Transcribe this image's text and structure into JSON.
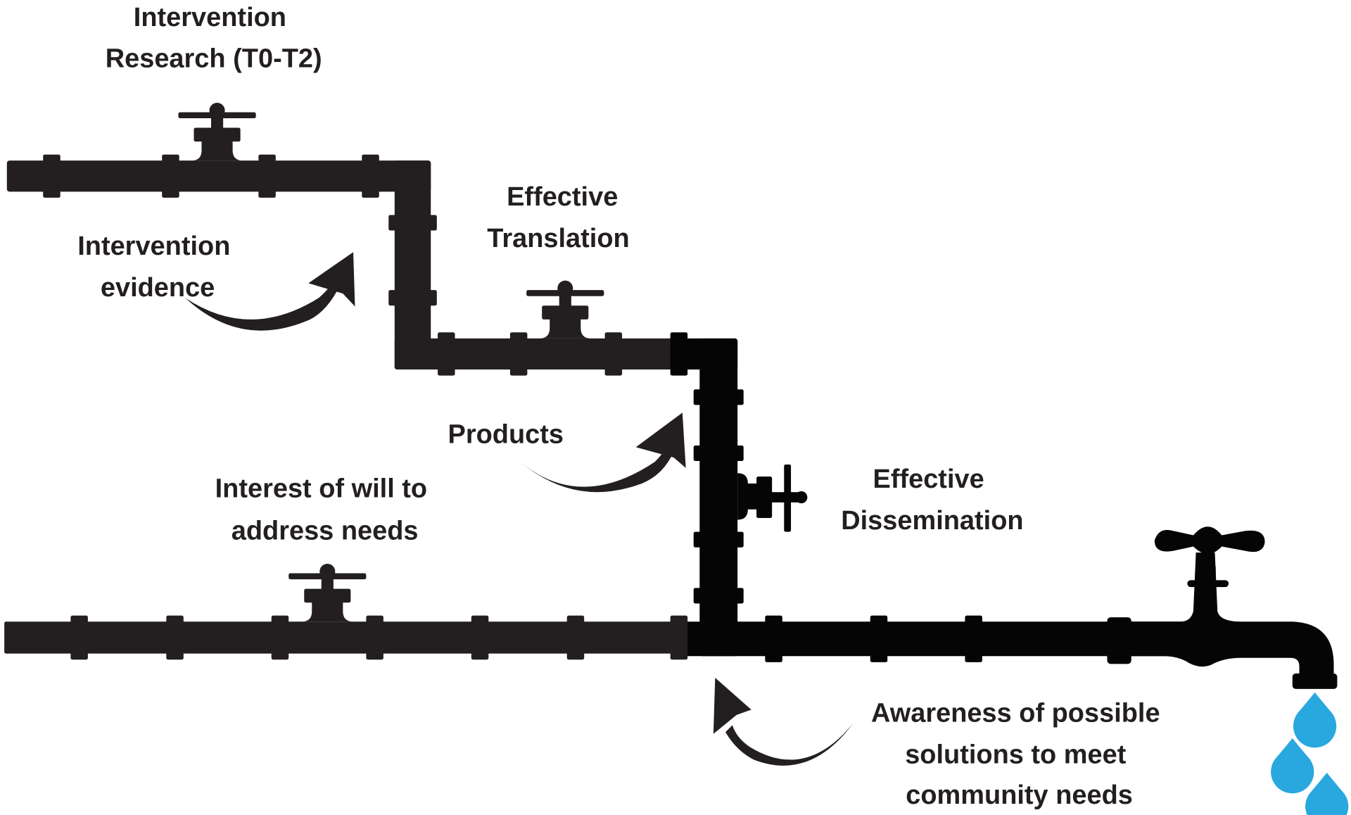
{
  "labels": {
    "intervention_research": [
      "Intervention",
      "Research (T0-T2)"
    ],
    "effective_translation": [
      "Effective",
      "Translation"
    ],
    "intervention_evidence": [
      "Intervention",
      "evidence"
    ],
    "products": [
      "Products"
    ],
    "interest": [
      "Interest of will to",
      "address needs"
    ],
    "effective_dissemination": [
      "Effective",
      "Dissemination"
    ],
    "awareness": [
      "Awareness of possible",
      "solutions to meet",
      "community needs"
    ]
  },
  "colors": {
    "pipe_upstream": "#231f20",
    "pipe_downstream": "#050505",
    "water_drop": "#29a8e0",
    "text": "#231f20"
  },
  "icons": [
    "pipe",
    "valve-icon",
    "faucet-icon",
    "water-drop-icon",
    "curved-arrow-icon"
  ]
}
